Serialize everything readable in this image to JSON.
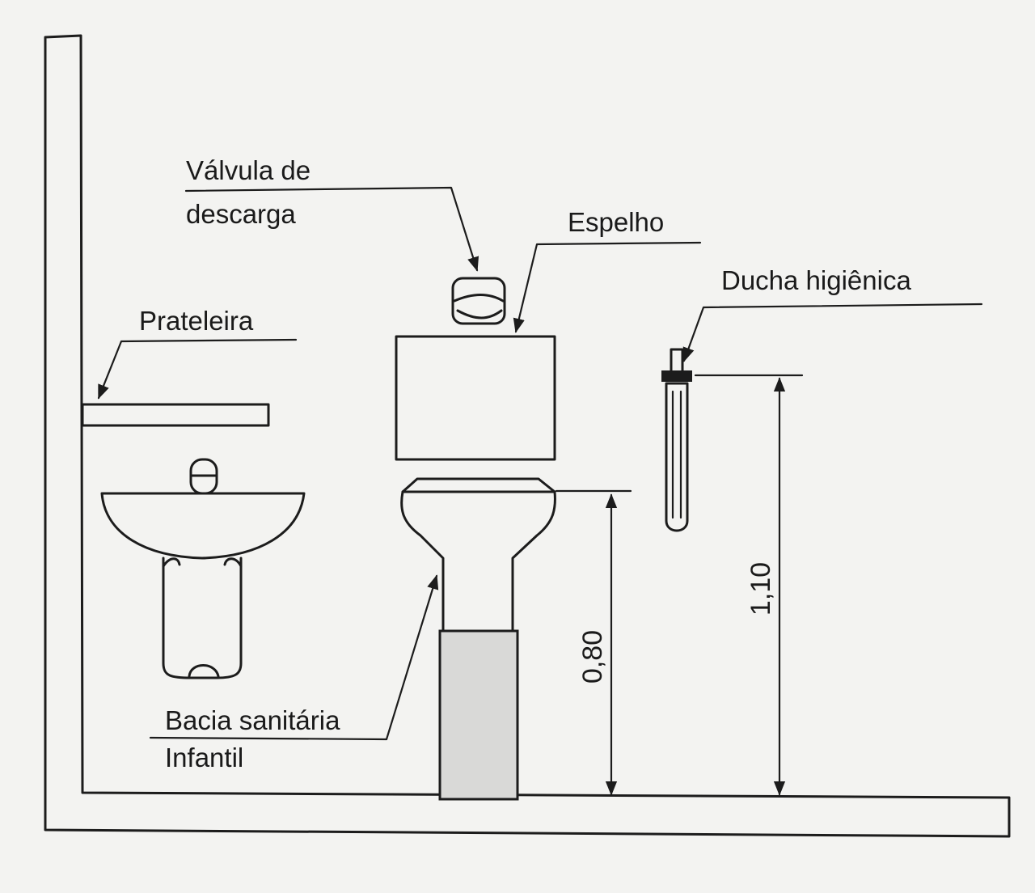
{
  "labels": {
    "valve_line1": "Válvula de",
    "valve_line2": "descarga",
    "mirror": "Espelho",
    "hygienic_shower": "Ducha higiênica",
    "shelf": "Prateleira",
    "toilet_line1": "Bacia sanitária",
    "toilet_line2": "Infantil"
  },
  "dimensions": {
    "toilet_height": "0,80",
    "shower_height": "1,10"
  },
  "colors": {
    "background": "#f3f3f1",
    "stroke": "#1c1c1c",
    "pedestal_fill": "#d9d9d7"
  }
}
